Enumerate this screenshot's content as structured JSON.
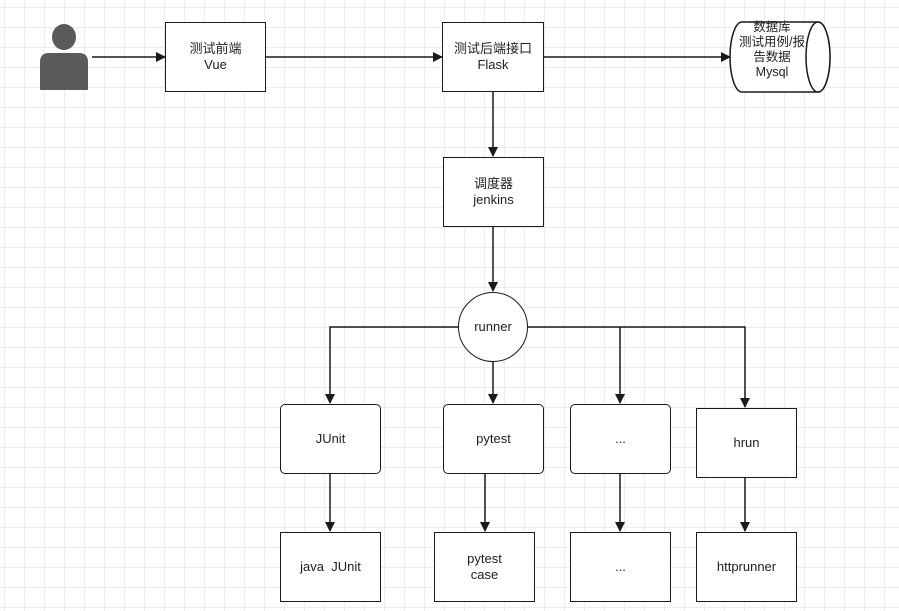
{
  "nodes": {
    "frontend": {
      "title": "测试前端",
      "subtitle": "Vue"
    },
    "backend": {
      "title": "测试后端接口",
      "subtitle": "Flask"
    },
    "database": {
      "line1": "数据库",
      "line2": "测试用例/报",
      "line3": "告数据",
      "line4": "Mysql"
    },
    "scheduler": {
      "title": "调度器",
      "subtitle": "jenkins"
    },
    "runner": {
      "label": "runner"
    },
    "junit": {
      "label": "JUnit"
    },
    "pytest": {
      "label": "pytest"
    },
    "ellipsis1": {
      "label": "..."
    },
    "hrun": {
      "label": "hrun"
    },
    "java_junit": {
      "label": "java  JUnit"
    },
    "pytest_case": {
      "title": "pytest",
      "subtitle": "case"
    },
    "ellipsis2": {
      "label": "..."
    },
    "httprunner": {
      "label": "httprunner"
    }
  }
}
